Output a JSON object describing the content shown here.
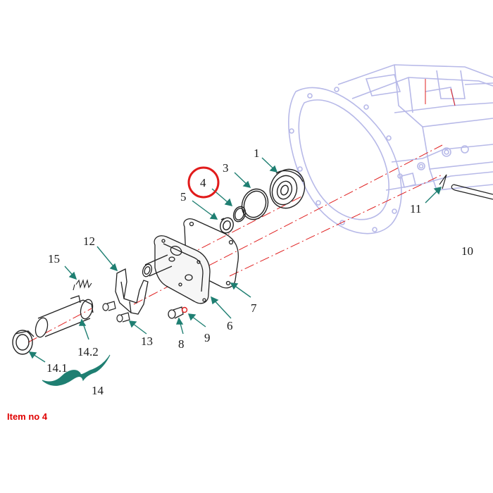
{
  "caption": "Item no 4",
  "highlighted_item": "4",
  "colors": {
    "leader": "#1f7f72",
    "highlight": "#e11b1b",
    "housing": "#b7b9e8",
    "parts": "#222222",
    "axis": "#e02020",
    "caption": "#e00000"
  },
  "callouts": {
    "c1": "1",
    "c2": "3",
    "c3": "4",
    "c4": "5",
    "c5": "6",
    "c6": "7",
    "c7": "8",
    "c8": "9",
    "c9": "10",
    "c10": "11",
    "c11": "12",
    "c12": "13",
    "c13": "14",
    "c14": "14.1",
    "c15": "14.2",
    "c16": "15"
  }
}
